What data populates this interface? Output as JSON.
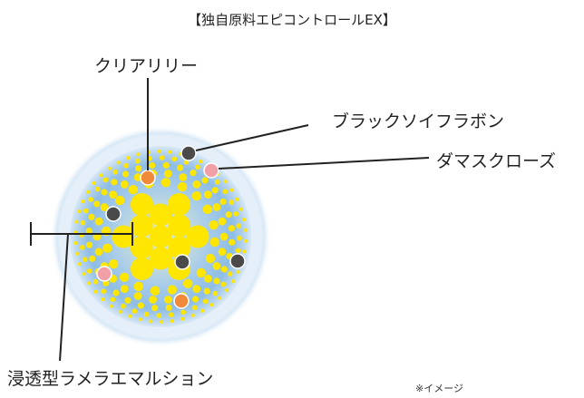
{
  "title": "【独自原料エピコントロールEX】",
  "labels": {
    "clear_lily": "クリアリリー",
    "soy_isoflavone": "ブラックソイフラボン",
    "damask_rose": "ダマスクローズ",
    "lamellar_emulsion": "浸透型ラメラエマルション"
  },
  "note": "※イメージ",
  "colors": {
    "core": "#FFE600",
    "shell_light": "#E3F0FA",
    "shell_dark": "#7FB4E0",
    "clear_lily_dot": "#F08A3A",
    "soy_dot": "#4A4A4A",
    "rose_dot": "#F2A0A8",
    "leader_line": "#222222"
  }
}
